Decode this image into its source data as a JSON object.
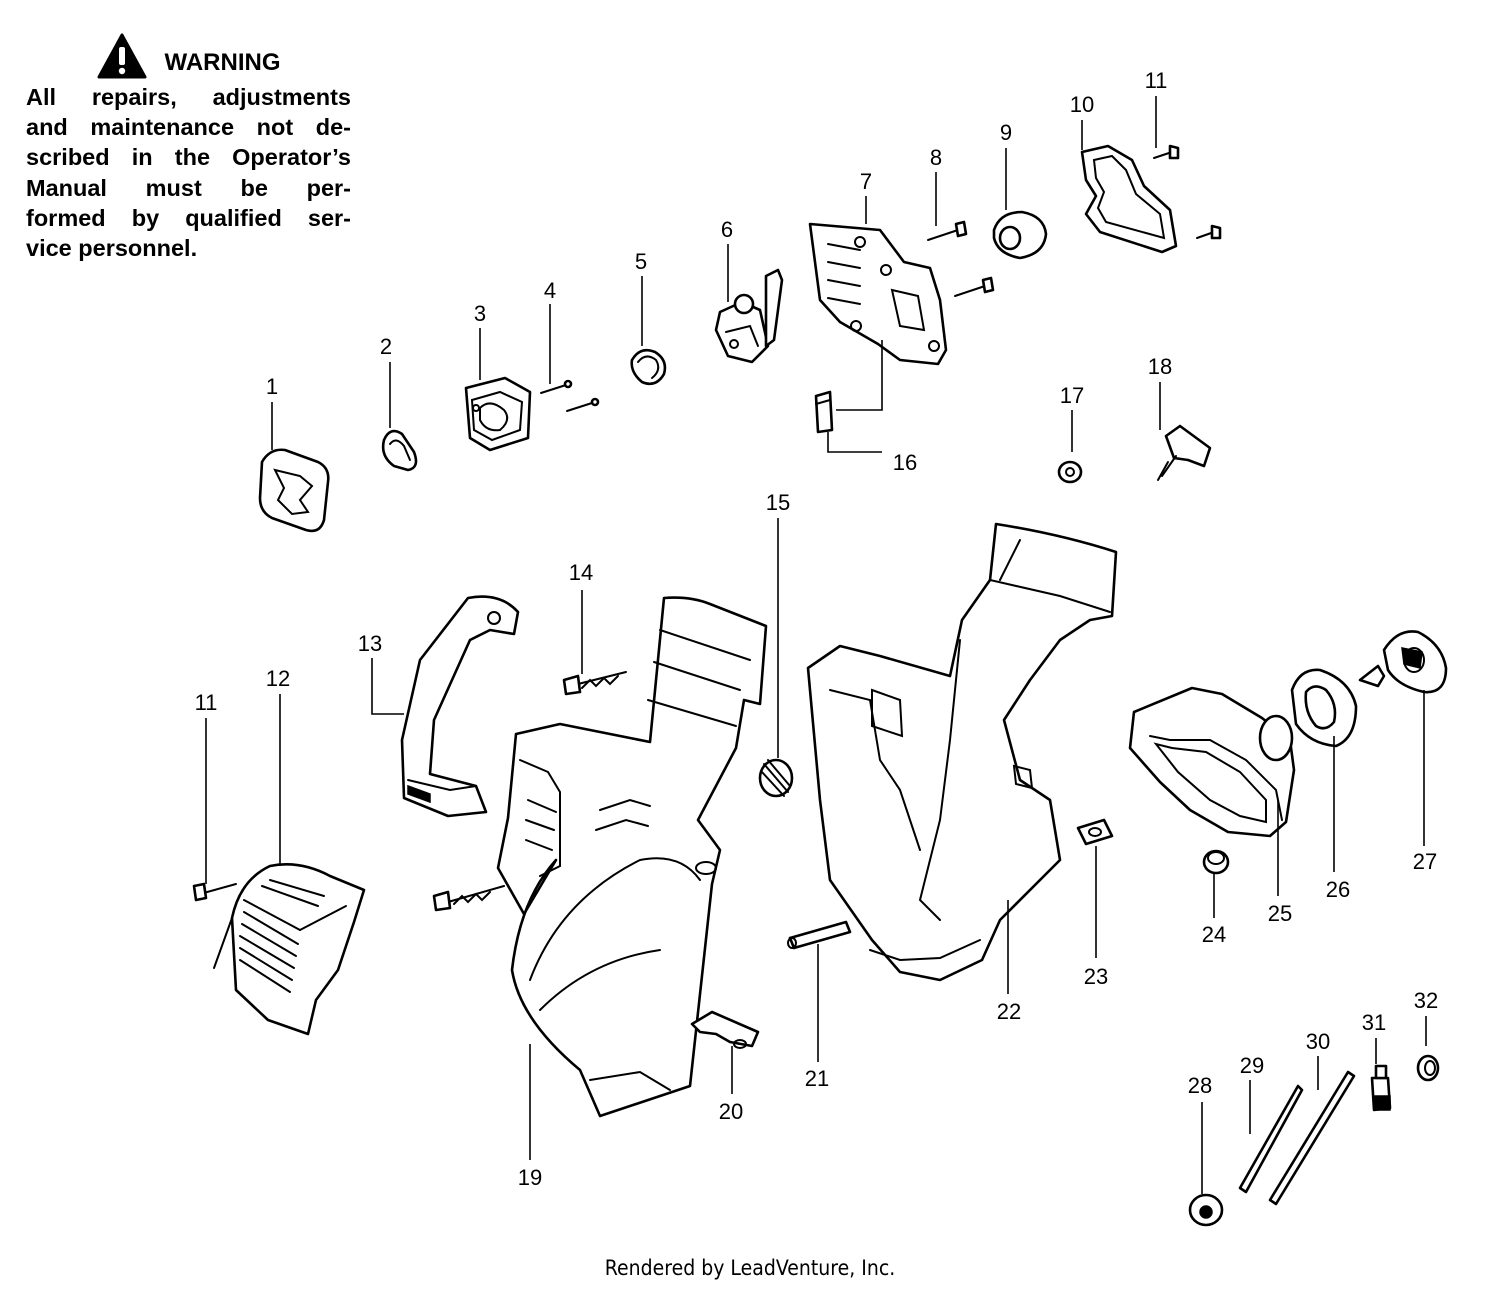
{
  "warning": {
    "title": "WARNING",
    "lines": [
      "All repairs, adjustments",
      "and maintenance not de-",
      "scribed in the Operator’s",
      "Manual must be per-",
      "formed by qualified ser-",
      "vice personnel."
    ],
    "icon": "warning-triangle-icon"
  },
  "callouts": {
    "n1": "1",
    "n2": "2",
    "n3": "3",
    "n4": "4",
    "n5": "5",
    "n6": "6",
    "n7": "7",
    "n8": "8",
    "n9": "9",
    "n10": "10",
    "n11a": "11",
    "n11b": "11",
    "n12": "12",
    "n13": "13",
    "n14": "14",
    "n15": "15",
    "n16": "16",
    "n17": "17",
    "n18": "18",
    "n19": "19",
    "n20": "20",
    "n21": "21",
    "n22": "22",
    "n23": "23",
    "n24": "24",
    "n25": "25",
    "n26": "26",
    "n27": "27",
    "n28": "28",
    "n29": "29",
    "n30": "30",
    "n31": "31",
    "n32": "32"
  },
  "footer": "Rendered by LeadVenture, Inc."
}
